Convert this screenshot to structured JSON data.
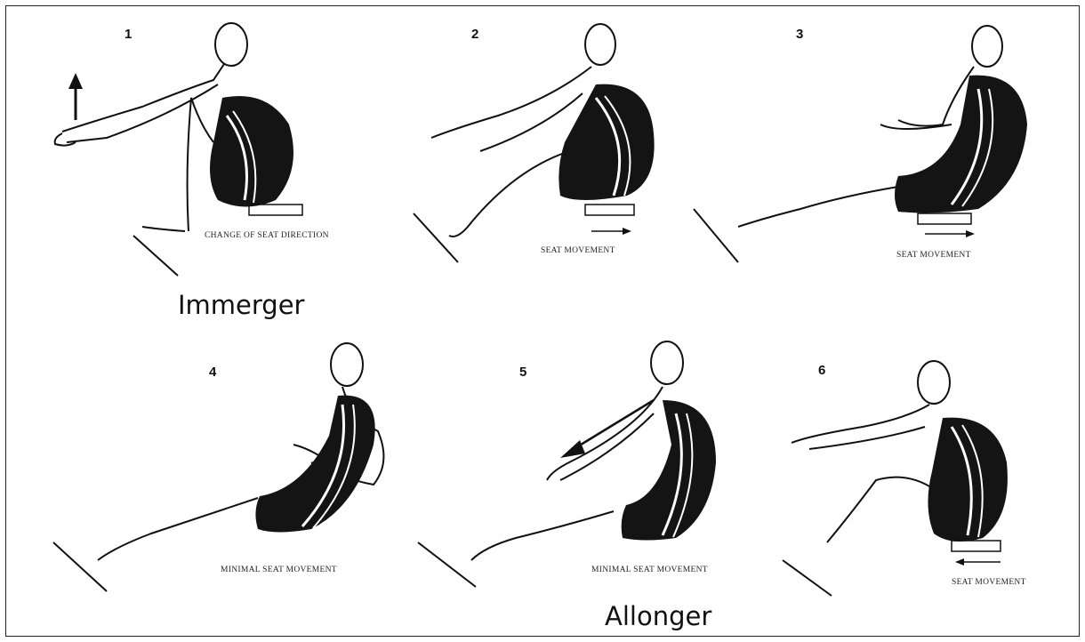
{
  "steps": [
    {
      "number": "1",
      "caption": "CHANGE OF SEAT DIRECTION"
    },
    {
      "number": "2",
      "caption": "SEAT MOVEMENT"
    },
    {
      "number": "3",
      "caption": "SEAT MOVEMENT"
    },
    {
      "number": "4",
      "caption": "MINIMAL SEAT MOVEMENT"
    },
    {
      "number": "5",
      "caption": "MINIMAL SEAT MOVEMENT"
    },
    {
      "number": "6",
      "caption": "SEAT MOVEMENT"
    }
  ],
  "phase_labels": {
    "catch": "Immerger",
    "extension": "Allonger"
  },
  "colors": {
    "ink": "#111111",
    "singlet": "#141414",
    "stripe": "#ffffff"
  },
  "icons": {
    "up_arrow": "arrow-up-icon",
    "diag_arrow": "arrow-diagonal-icon"
  }
}
